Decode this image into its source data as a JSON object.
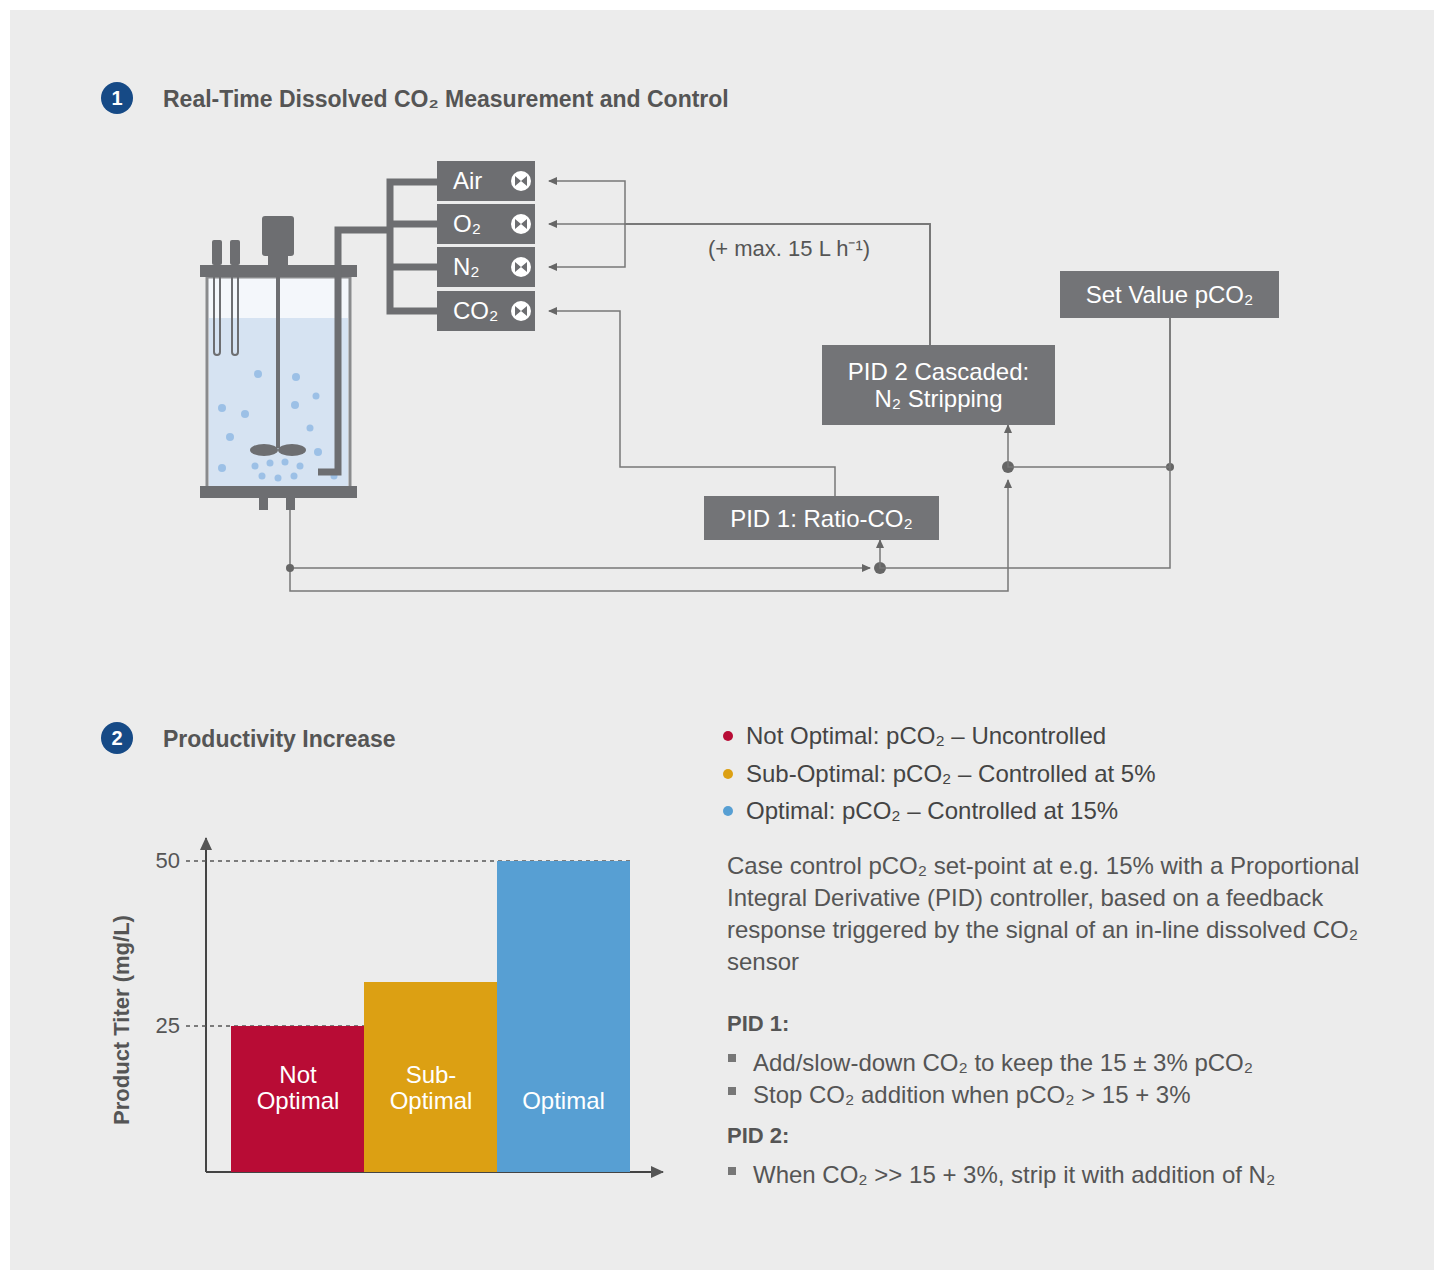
{
  "diagram": {
    "nodes": [
      {
        "text": [
          "1"
        ]
      },
      {
        "text": [
          "Air"
        ]
      },
      {
        "text": [
          "O₂"
        ]
      },
      {
        "text": [
          "N₂"
        ]
      },
      {
        "text": [
          "CO₂"
        ]
      },
      {
        "text": [
          "Set Value pCO₂"
        ]
      },
      {
        "text": [
          "PID 2 Cascaded: N₂ Stripping"
        ]
      },
      {
        "text": [
          "PID 1: Ratio-CO₂"
        ]
      },
      {
        "text": [
          "2"
        ]
      },
      {
        "text": [
          "Not Optimal"
        ]
      },
      {
        "text": [
          "Sub-Optimal"
        ]
      },
      {
        "text": [
          "Optimal"
        ]
      }
    ],
    "edges": [
      {
        "from": 6,
        "to": 1,
        "arrow": "to"
      },
      {
        "from": 6,
        "to": 2,
        "arrow": "to",
        "label": "(+ max. 15 L h⁻¹)"
      },
      {
        "from": 6,
        "to": 3,
        "arrow": "to"
      },
      {
        "from": 7,
        "to": 4,
        "arrow": "to"
      },
      {
        "from": 5,
        "to": 6,
        "arrow": "to"
      },
      {
        "from": 5,
        "to": 7,
        "arrow": "to"
      }
    ],
    "labels": [
      "Real-Time Dissolved CO₂ Measurement and Control",
      "Productivity Increase",
      "50",
      "25",
      "Product Titer (mg/L)",
      "Case control pCO₂ set-point at e.g. 15% with a Proportional Integral Derivative (PID) controller, based on a feedback response triggered by the signal of an in-line dissolved CO₂ sensor",
      "PID 1:",
      "Add/slow-down CO₂ to keep the 15 ± 3% pCO₂",
      "Stop CO₂ addition when pCO₂ > 15 + 3%",
      "PID 2:",
      "When CO₂ >> 15 + 3%, strip it with addition of N₂"
    ],
    "legend": [
      {
        "text": "Not Optimal: pCO₂ – Uncontrolled",
        "color": "#b80c35"
      },
      {
        "text": "Sub-Optimal: pCO₂ – Controlled at 5%",
        "color": "#dca013"
      },
      {
        "text": "Optimal: pCO₂ – Controlled at 15%",
        "color": "#579fd3"
      }
    ]
  }
}
